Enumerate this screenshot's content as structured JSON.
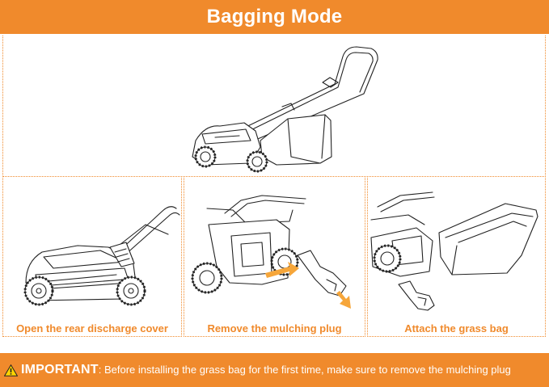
{
  "colors": {
    "accent": "#f08a2c",
    "arrow": "#f6a63a",
    "text_on_accent": "#ffffff"
  },
  "header": {
    "title": "Bagging Mode"
  },
  "panels": [
    {
      "caption": "Open the rear discharge cover"
    },
    {
      "caption": "Remove the mulching plug"
    },
    {
      "caption": "Attach the grass bag"
    }
  ],
  "footer": {
    "icon": "warning-triangle-icon",
    "important_label": "IMPORTANT",
    "separator": ":",
    "message": " Before installing the grass bag for the first time, make sure to remove the mulching plug"
  }
}
